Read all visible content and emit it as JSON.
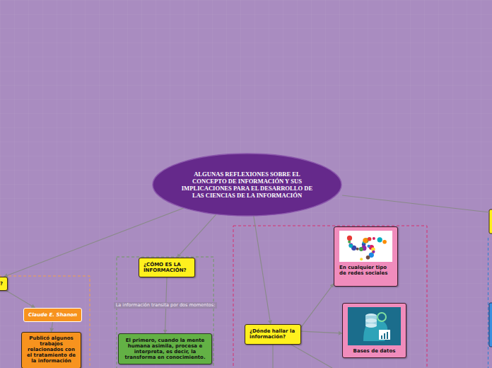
{
  "diagram": {
    "nodes": [
      {
        "text": [
          "ALGUNAS REFLEXIONES SOBRE EL CONCEPTO DE INFORMACIÓN Y SUS IMPLICACIONES PARA EL DESARROLLO DE LAS CIENCIAS DE LA INFORMACIÓN"
        ]
      },
      {
        "text": [
          "?"
        ]
      },
      {
        "text": [
          "Claude E. Shanon"
        ]
      },
      {
        "text": [
          "Publicó algunos trabajos relacionados con el tratamiento de la información"
        ]
      },
      {
        "text": [
          "¿CÓMO ES LA INFORMACIÓN?"
        ]
      },
      {
        "text": [
          "El primero, cuando la mente humana asimila, procesa e interpreta, es decir, la transforma en conocimiento."
        ]
      },
      {
        "text": [
          "¿Dónde hallar la información?"
        ]
      },
      {
        "text": [
          "En cualquier tipo de redes sociales"
        ]
      },
      {
        "text": [
          "Bases de datos"
        ]
      }
    ],
    "edges": [
      {
        "from": 0,
        "to": 1,
        "arrow": "to"
      },
      {
        "from": 1,
        "to": 2,
        "arrow": "to"
      },
      {
        "from": 2,
        "to": 3,
        "arrow": "to"
      },
      {
        "from": 0,
        "to": 4,
        "arrow": "to"
      },
      {
        "from": 4,
        "to": 5,
        "label": "La información transita por dos momentos:",
        "arrow": "to"
      },
      {
        "from": 0,
        "to": 6,
        "arrow": "to"
      },
      {
        "from": 6,
        "to": 7,
        "arrow": "to"
      },
      {
        "from": 6,
        "to": 8,
        "arrow": "to"
      }
    ]
  }
}
